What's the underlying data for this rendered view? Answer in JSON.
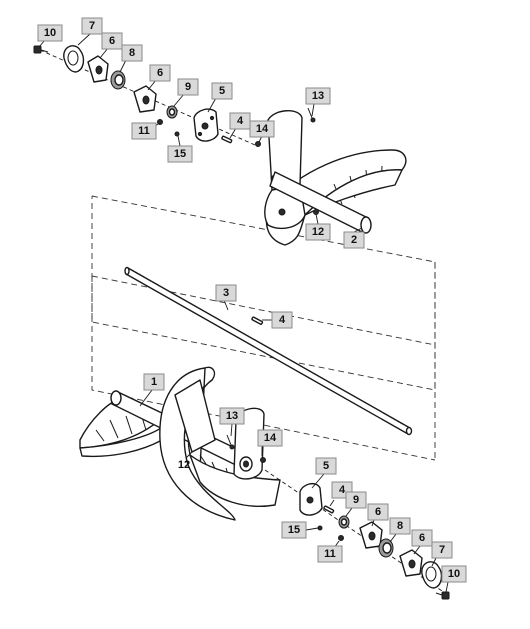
{
  "diagram": {
    "callouts": [
      {
        "id": "c10a",
        "label": "10"
      },
      {
        "id": "c7a",
        "label": "7"
      },
      {
        "id": "c6a",
        "label": "6"
      },
      {
        "id": "c8a",
        "label": "8"
      },
      {
        "id": "c6b",
        "label": "6"
      },
      {
        "id": "c9a",
        "label": "9"
      },
      {
        "id": "c5a",
        "label": "5"
      },
      {
        "id": "c13a",
        "label": "13"
      },
      {
        "id": "c4a",
        "label": "4"
      },
      {
        "id": "c14a",
        "label": "14"
      },
      {
        "id": "c11a",
        "label": "11"
      },
      {
        "id": "c15a",
        "label": "15"
      },
      {
        "id": "c12a",
        "label": "12"
      },
      {
        "id": "c2a",
        "label": "2"
      },
      {
        "id": "c3a",
        "label": "3"
      },
      {
        "id": "c4b",
        "label": "4"
      },
      {
        "id": "c1a",
        "label": "1"
      },
      {
        "id": "c13b",
        "label": "13"
      },
      {
        "id": "c14b",
        "label": "14"
      },
      {
        "id": "c5b",
        "label": "5"
      },
      {
        "id": "c4c",
        "label": "4"
      },
      {
        "id": "c9b",
        "label": "9"
      },
      {
        "id": "c6c",
        "label": "6"
      },
      {
        "id": "c8b",
        "label": "8"
      },
      {
        "id": "c15b",
        "label": "15"
      },
      {
        "id": "c6d",
        "label": "6"
      },
      {
        "id": "c7b",
        "label": "7"
      },
      {
        "id": "c11b",
        "label": "11"
      },
      {
        "id": "c10b",
        "label": "10"
      }
    ],
    "plain_labels": [
      {
        "id": "p12b",
        "label": "12"
      }
    ]
  }
}
